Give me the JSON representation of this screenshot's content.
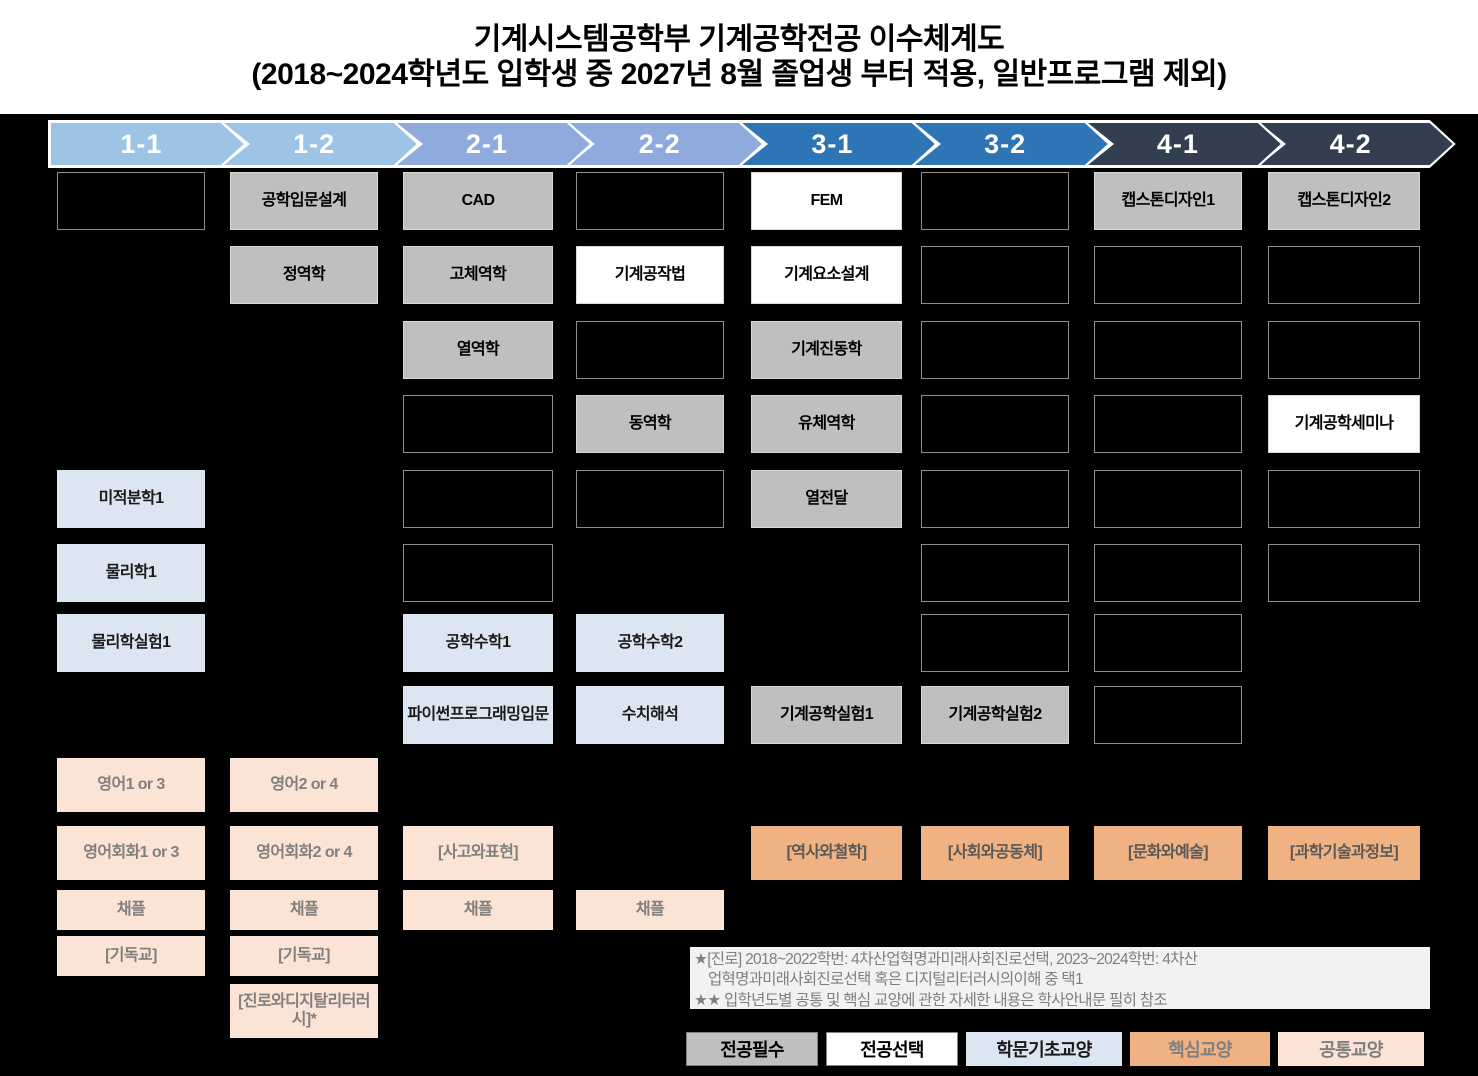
{
  "title": {
    "line1": "기계시스템공학부 기계공학전공 이수체계도",
    "line2": "(2018~2024학년도 입학생 중 2027년 8월 졸업생 부터 적용, 일반프로그램 제외)"
  },
  "semesters": [
    {
      "label": "1-1",
      "color": "#9dc3e6"
    },
    {
      "label": "1-2",
      "color": "#9dc3e6"
    },
    {
      "label": "2-1",
      "color": "#8faadc"
    },
    {
      "label": "2-2",
      "color": "#8faadc"
    },
    {
      "label": "3-1",
      "color": "#2e75b6"
    },
    {
      "label": "3-2",
      "color": "#2e75b6"
    },
    {
      "label": "4-1",
      "color": "#333f50"
    },
    {
      "label": "4-2",
      "color": "#333f50"
    }
  ],
  "categories": {
    "major_required": {
      "label": "전공필수",
      "color": "#bfbfbf"
    },
    "major_elective": {
      "label": "전공선택",
      "color": "#ffffff"
    },
    "basic_liberal": {
      "label": "학문기초교양",
      "color": "#dce6f2"
    },
    "core_liberal": {
      "label": "핵심교양",
      "color": "#f0b183"
    },
    "common_liberal": {
      "label": "공통교양",
      "color": "#fbe3d5"
    }
  },
  "cells": [
    {
      "col": 1,
      "row": 1,
      "type": "empty",
      "label": ""
    },
    {
      "col": 2,
      "row": 1,
      "type": "major-req",
      "label": "공학입문설계"
    },
    {
      "col": 3,
      "row": 1,
      "type": "major-req",
      "label": "CAD"
    },
    {
      "col": 4,
      "row": 1,
      "type": "empty",
      "label": ""
    },
    {
      "col": 5,
      "row": 1,
      "type": "major-elec",
      "label": "FEM"
    },
    {
      "col": 6,
      "row": 1,
      "type": "empty",
      "label": ""
    },
    {
      "col": 7,
      "row": 1,
      "type": "major-req",
      "label": "캡스톤디자인1"
    },
    {
      "col": 8,
      "row": 1,
      "type": "major-req",
      "label": "캡스톤디자인2"
    },
    {
      "col": 2,
      "row": 2,
      "type": "major-req",
      "label": "정역학"
    },
    {
      "col": 3,
      "row": 2,
      "type": "major-req",
      "label": "고체역학"
    },
    {
      "col": 4,
      "row": 2,
      "type": "major-elec",
      "label": "기계공작법"
    },
    {
      "col": 5,
      "row": 2,
      "type": "major-elec",
      "label": "기계요소설계"
    },
    {
      "col": 6,
      "row": 2,
      "type": "empty",
      "label": ""
    },
    {
      "col": 7,
      "row": 2,
      "type": "empty",
      "label": ""
    },
    {
      "col": 8,
      "row": 2,
      "type": "empty",
      "label": ""
    },
    {
      "col": 3,
      "row": 3,
      "type": "major-req",
      "label": "열역학"
    },
    {
      "col": 4,
      "row": 3,
      "type": "empty",
      "label": ""
    },
    {
      "col": 5,
      "row": 3,
      "type": "major-req",
      "label": "기계진동학"
    },
    {
      "col": 6,
      "row": 3,
      "type": "empty",
      "label": ""
    },
    {
      "col": 7,
      "row": 3,
      "type": "empty",
      "label": ""
    },
    {
      "col": 8,
      "row": 3,
      "type": "empty",
      "label": ""
    },
    {
      "col": 3,
      "row": 4,
      "type": "empty",
      "label": ""
    },
    {
      "col": 4,
      "row": 4,
      "type": "major-req",
      "label": "동역학"
    },
    {
      "col": 5,
      "row": 4,
      "type": "major-req",
      "label": "유체역학"
    },
    {
      "col": 6,
      "row": 4,
      "type": "empty",
      "label": ""
    },
    {
      "col": 7,
      "row": 4,
      "type": "empty",
      "label": ""
    },
    {
      "col": 8,
      "row": 4,
      "type": "major-elec",
      "label": "기계공학세미나"
    },
    {
      "col": 1,
      "row": 5,
      "type": "basic",
      "label": "미적분학1"
    },
    {
      "col": 3,
      "row": 5,
      "type": "empty",
      "label": ""
    },
    {
      "col": 4,
      "row": 5,
      "type": "empty",
      "label": ""
    },
    {
      "col": 5,
      "row": 5,
      "type": "major-req",
      "label": "열전달"
    },
    {
      "col": 6,
      "row": 5,
      "type": "empty",
      "label": ""
    },
    {
      "col": 7,
      "row": 5,
      "type": "empty",
      "label": ""
    },
    {
      "col": 8,
      "row": 5,
      "type": "empty",
      "label": ""
    },
    {
      "col": 1,
      "row": 6,
      "type": "basic",
      "label": "물리학1"
    },
    {
      "col": 3,
      "row": 6,
      "type": "empty",
      "label": ""
    },
    {
      "col": 6,
      "row": 6,
      "type": "empty",
      "label": ""
    },
    {
      "col": 7,
      "row": 6,
      "type": "empty",
      "label": ""
    },
    {
      "col": 8,
      "row": 6,
      "type": "empty",
      "label": ""
    },
    {
      "col": 1,
      "row": 7,
      "type": "basic",
      "label": "물리학실험1"
    },
    {
      "col": 3,
      "row": 7,
      "type": "basic",
      "label": "공학수학1"
    },
    {
      "col": 4,
      "row": 7,
      "type": "basic",
      "label": "공학수학2"
    },
    {
      "col": 6,
      "row": 7,
      "type": "empty",
      "label": ""
    },
    {
      "col": 7,
      "row": 7,
      "type": "empty",
      "label": ""
    },
    {
      "col": 3,
      "row": 8,
      "type": "basic",
      "label": "파이썬프로그래밍입문"
    },
    {
      "col": 4,
      "row": 8,
      "type": "basic",
      "label": "수치해석"
    },
    {
      "col": 5,
      "row": 8,
      "type": "major-req",
      "label": "기계공학실험1"
    },
    {
      "col": 6,
      "row": 8,
      "type": "major-req",
      "label": "기계공학실험2"
    },
    {
      "col": 7,
      "row": 8,
      "type": "empty",
      "label": ""
    }
  ],
  "liberal_cells": [
    {
      "col": 1,
      "row": 1,
      "type": "common",
      "label": "영어1 or 3"
    },
    {
      "col": 2,
      "row": 1,
      "type": "common",
      "label": "영어2 or 4"
    },
    {
      "col": 1,
      "row": 2,
      "type": "common",
      "label": "영어회화1 or 3"
    },
    {
      "col": 2,
      "row": 2,
      "type": "common",
      "label": "영어회화2 or 4"
    },
    {
      "col": 3,
      "row": 2,
      "type": "common",
      "label": "[사고와표현]"
    },
    {
      "col": 5,
      "row": 2,
      "type": "core",
      "label": "[역사와철학]"
    },
    {
      "col": 6,
      "row": 2,
      "type": "core",
      "label": "[사회와공동체]"
    },
    {
      "col": 7,
      "row": 2,
      "type": "core",
      "label": "[문화와예술]"
    },
    {
      "col": 8,
      "row": 2,
      "type": "core",
      "label": "[과학기술과정보]"
    },
    {
      "col": 1,
      "row": 3,
      "type": "common",
      "label": "채플"
    },
    {
      "col": 2,
      "row": 3,
      "type": "common",
      "label": "채플"
    },
    {
      "col": 3,
      "row": 3,
      "type": "common",
      "label": "채플"
    },
    {
      "col": 4,
      "row": 3,
      "type": "common",
      "label": "채플"
    },
    {
      "col": 1,
      "row": 4,
      "type": "common",
      "label": "[기독교]"
    },
    {
      "col": 2,
      "row": 4,
      "type": "common",
      "label": "[기독교]"
    },
    {
      "col": 2,
      "row": 5,
      "type": "common",
      "label": "[진로와디지탈리터러시]*"
    }
  ],
  "footnote": {
    "line1": "★[진로] 2018~2022학번: 4차산업혁명과미래사회진로선택, 2023~2024학번: 4차산",
    "line2": "업혁명과미래사회진로선택 혹은 디지털리터러시의이해 중 택1",
    "line3": "★★ 입학년도별 공통 및 핵심 교양에 관한 자세한 내용은 학사안내문 필히 참조"
  },
  "legend": [
    {
      "label": "전공필수",
      "type": "major-req"
    },
    {
      "label": "전공선택",
      "type": "major-elec"
    },
    {
      "label": "학문기초교양",
      "type": "basic"
    },
    {
      "label": "핵심교양",
      "type": "core"
    },
    {
      "label": "공통교양",
      "type": "common"
    }
  ]
}
